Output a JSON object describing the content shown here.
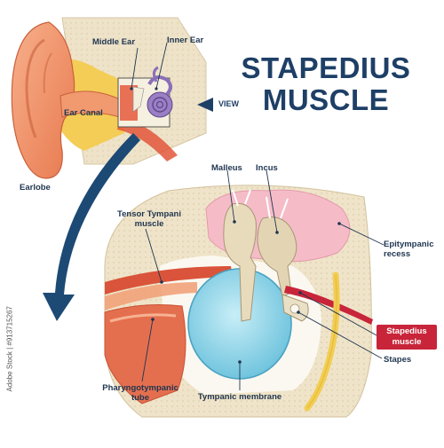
{
  "title": {
    "line1": "STAPEDIUS",
    "line2": "MUSCLE"
  },
  "labels": {
    "middle_ear": "Middle Ear",
    "inner_ear": "Inner Ear",
    "ear_canal": "Ear Canal",
    "earlobe": "Earlobe",
    "view": "VIEW",
    "malleus": "Malleus",
    "incus": "Incus",
    "tensor_tympani": "Tensor Tympani muscle",
    "tensor_line1": "Tensor Tympani",
    "tensor_line2": "muscle",
    "epitympanic_line1": "Epitympanic",
    "epitympanic_line2": "recess",
    "stapedius_line1": "Stapedius",
    "stapedius_line2": "muscle",
    "stapes": "Stapes",
    "pharyngo_line1": "Pharyngotympanic",
    "pharyngo_line2": "tube",
    "tympanic_membrane": "Tympanic membrane"
  },
  "stock_id": "Adobe Stock | #913715267",
  "colors": {
    "title": "#1e3f66",
    "label": "#1f3550",
    "highlight": "#c8253a",
    "skin": "#f0956a",
    "bone": "#e9dcbd",
    "fat": "#f2c94c",
    "membrane": "#8fd3e6",
    "recess": "#f4b8c4",
    "arrow": "#1d4a74"
  }
}
